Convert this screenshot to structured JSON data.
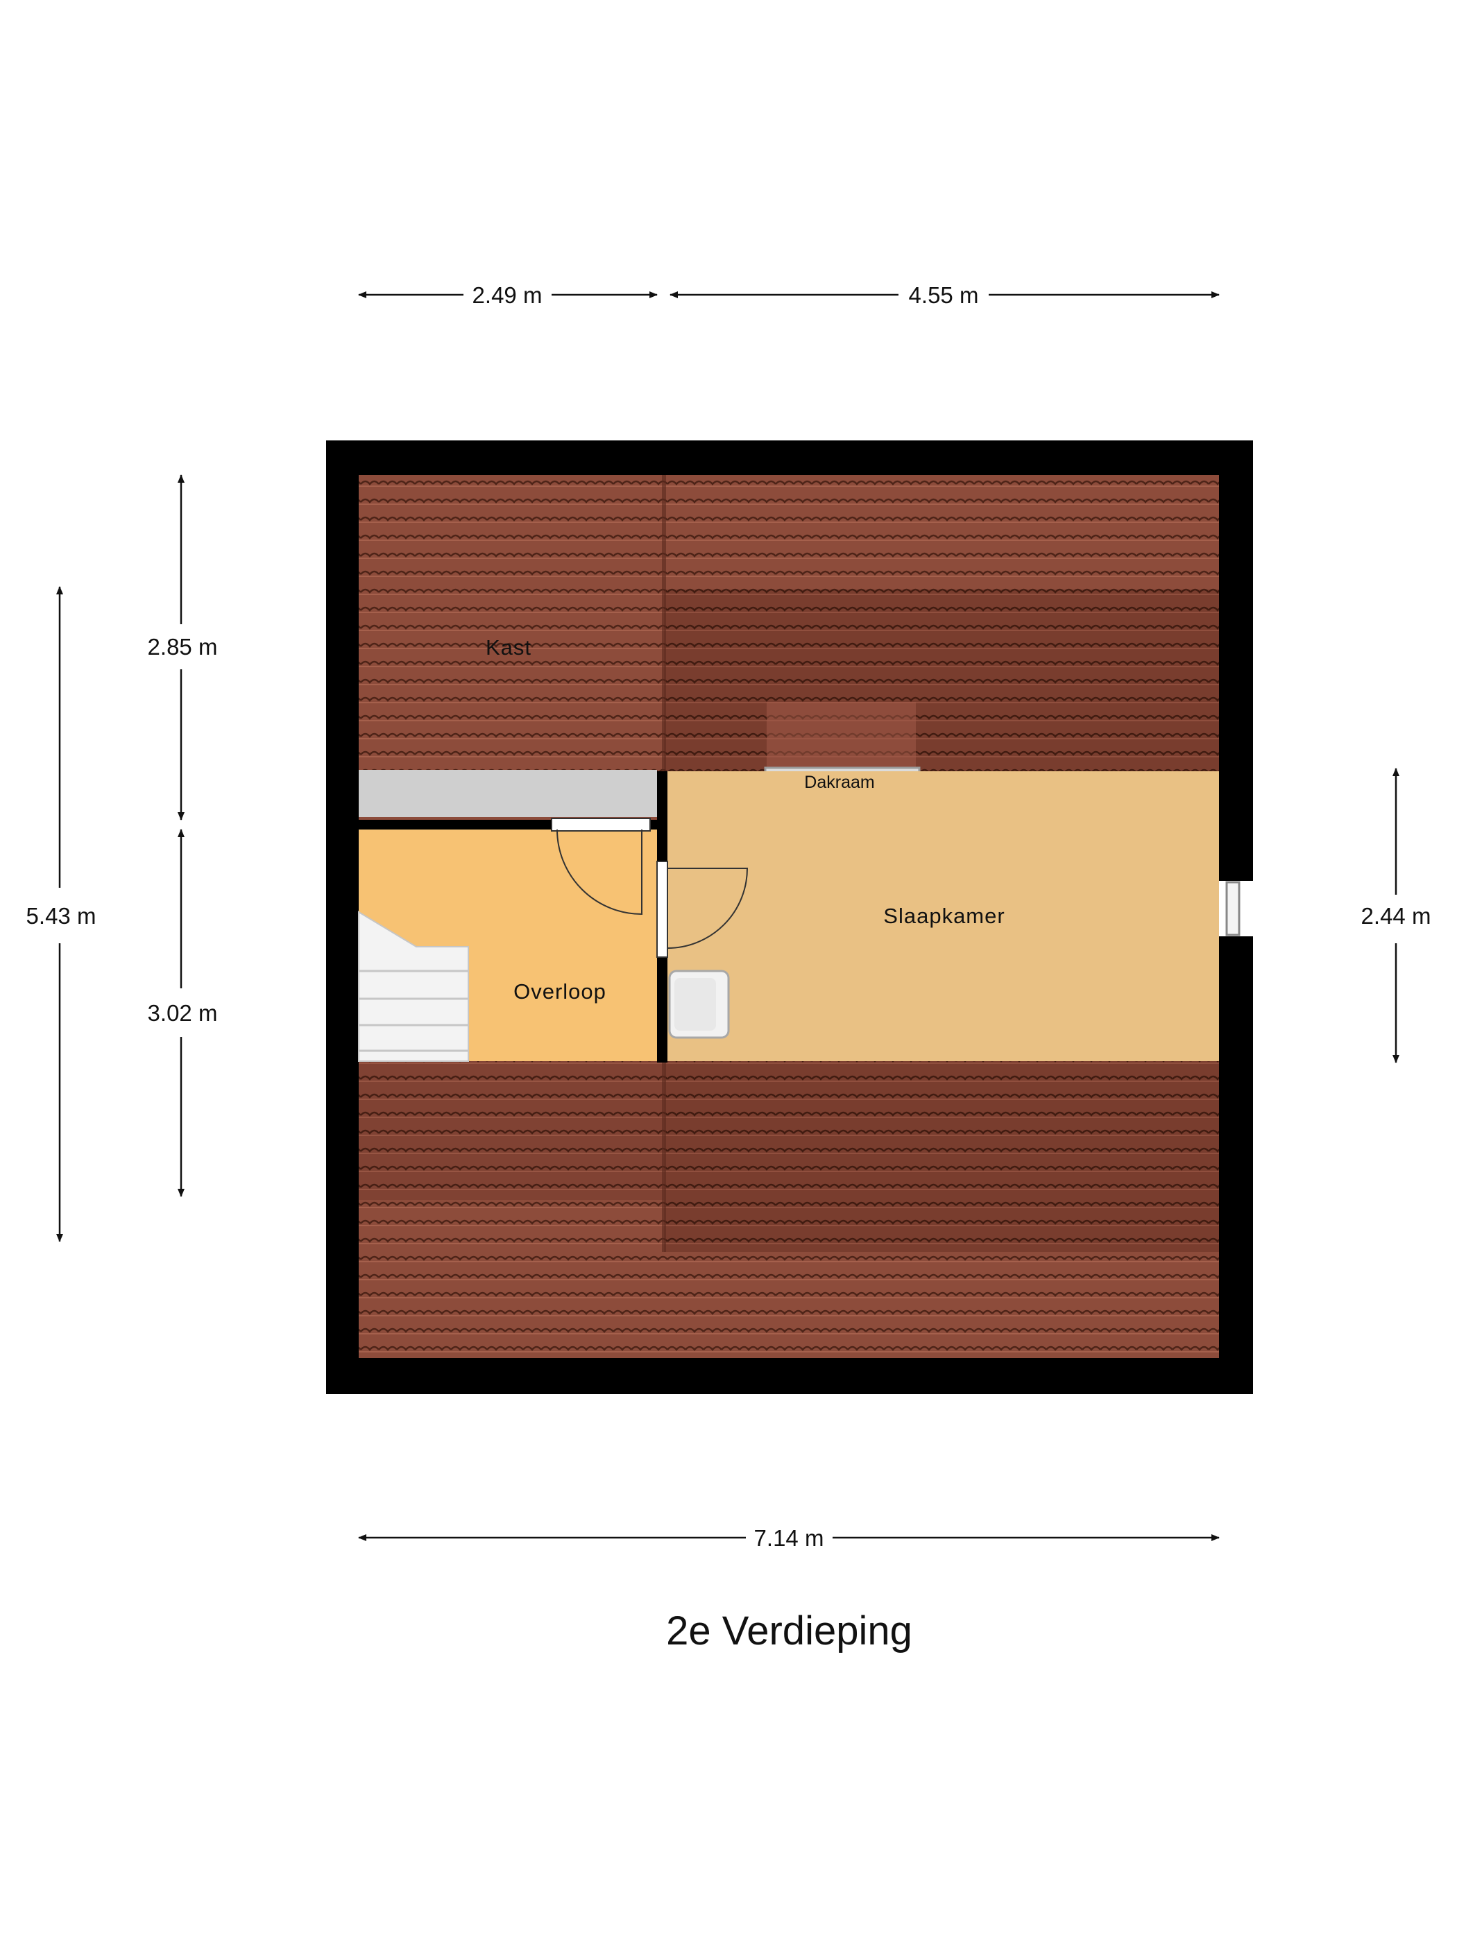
{
  "title": "2e Verdieping",
  "rooms": {
    "kast": "Kast",
    "dakraam": "Dakraam",
    "slaapkamer": "Slaapkamer",
    "overloop": "Overloop"
  },
  "dimensions": {
    "top_left": "2.49 m",
    "top_right": "4.55 m",
    "bottom_total": "7.14 m",
    "left_total": "5.43 m",
    "left_upper": "2.85 m",
    "left_lower": "3.02 m",
    "right": "2.44 m"
  },
  "colors": {
    "wall": "#000000",
    "roof_tile": "#8a4a3a",
    "roof_tile_dark": "#6e372a",
    "slaapkamer_floor": "#e9c184",
    "overloop_floor": "#f7c273",
    "kast_shelf": "#cfcfcf",
    "stairs": "#f3f3f3"
  }
}
